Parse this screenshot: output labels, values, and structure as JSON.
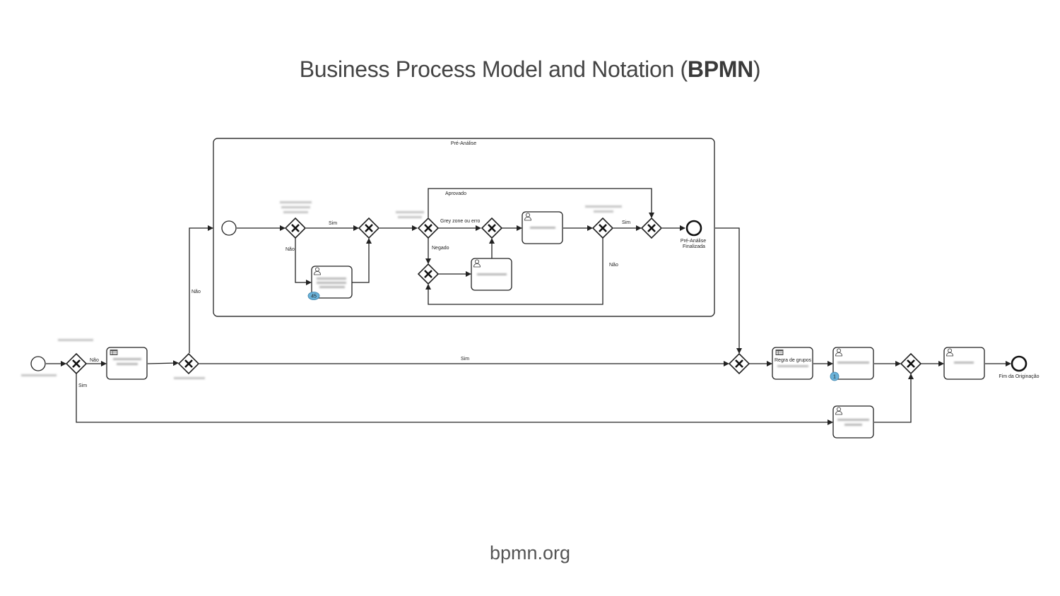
{
  "slide": {
    "title_prefix": "Business Process Model and Notation (",
    "title_bold": "BPMN",
    "title_suffix": ")",
    "footer": "bpmn.org"
  },
  "diagram": {
    "subprocess_label": "Pré-Análise",
    "flow_labels": {
      "nao_first": "Não",
      "sim_first": "Sim",
      "nao_up": "Não",
      "sim_main": "Sim",
      "sim_inner": "Sim",
      "nao_inner": "Não",
      "grey_zone": "Grey zone ou erro",
      "aprovado": "Aprovado",
      "negado": "Negado",
      "sim_inner2": "Sim",
      "nao_inner2": "Não"
    },
    "events": {
      "pre_analise_end": "Pré-Análise Finalizada",
      "fim": "Fim da Originação"
    },
    "tasks": {
      "regra_grupos": "Regra de grupos"
    },
    "badges": {
      "inner_task": "45",
      "outer_task": "1"
    },
    "colors": {
      "badge": "#6ab2d9",
      "stroke": "#222222",
      "container_stroke": "#333333"
    }
  }
}
